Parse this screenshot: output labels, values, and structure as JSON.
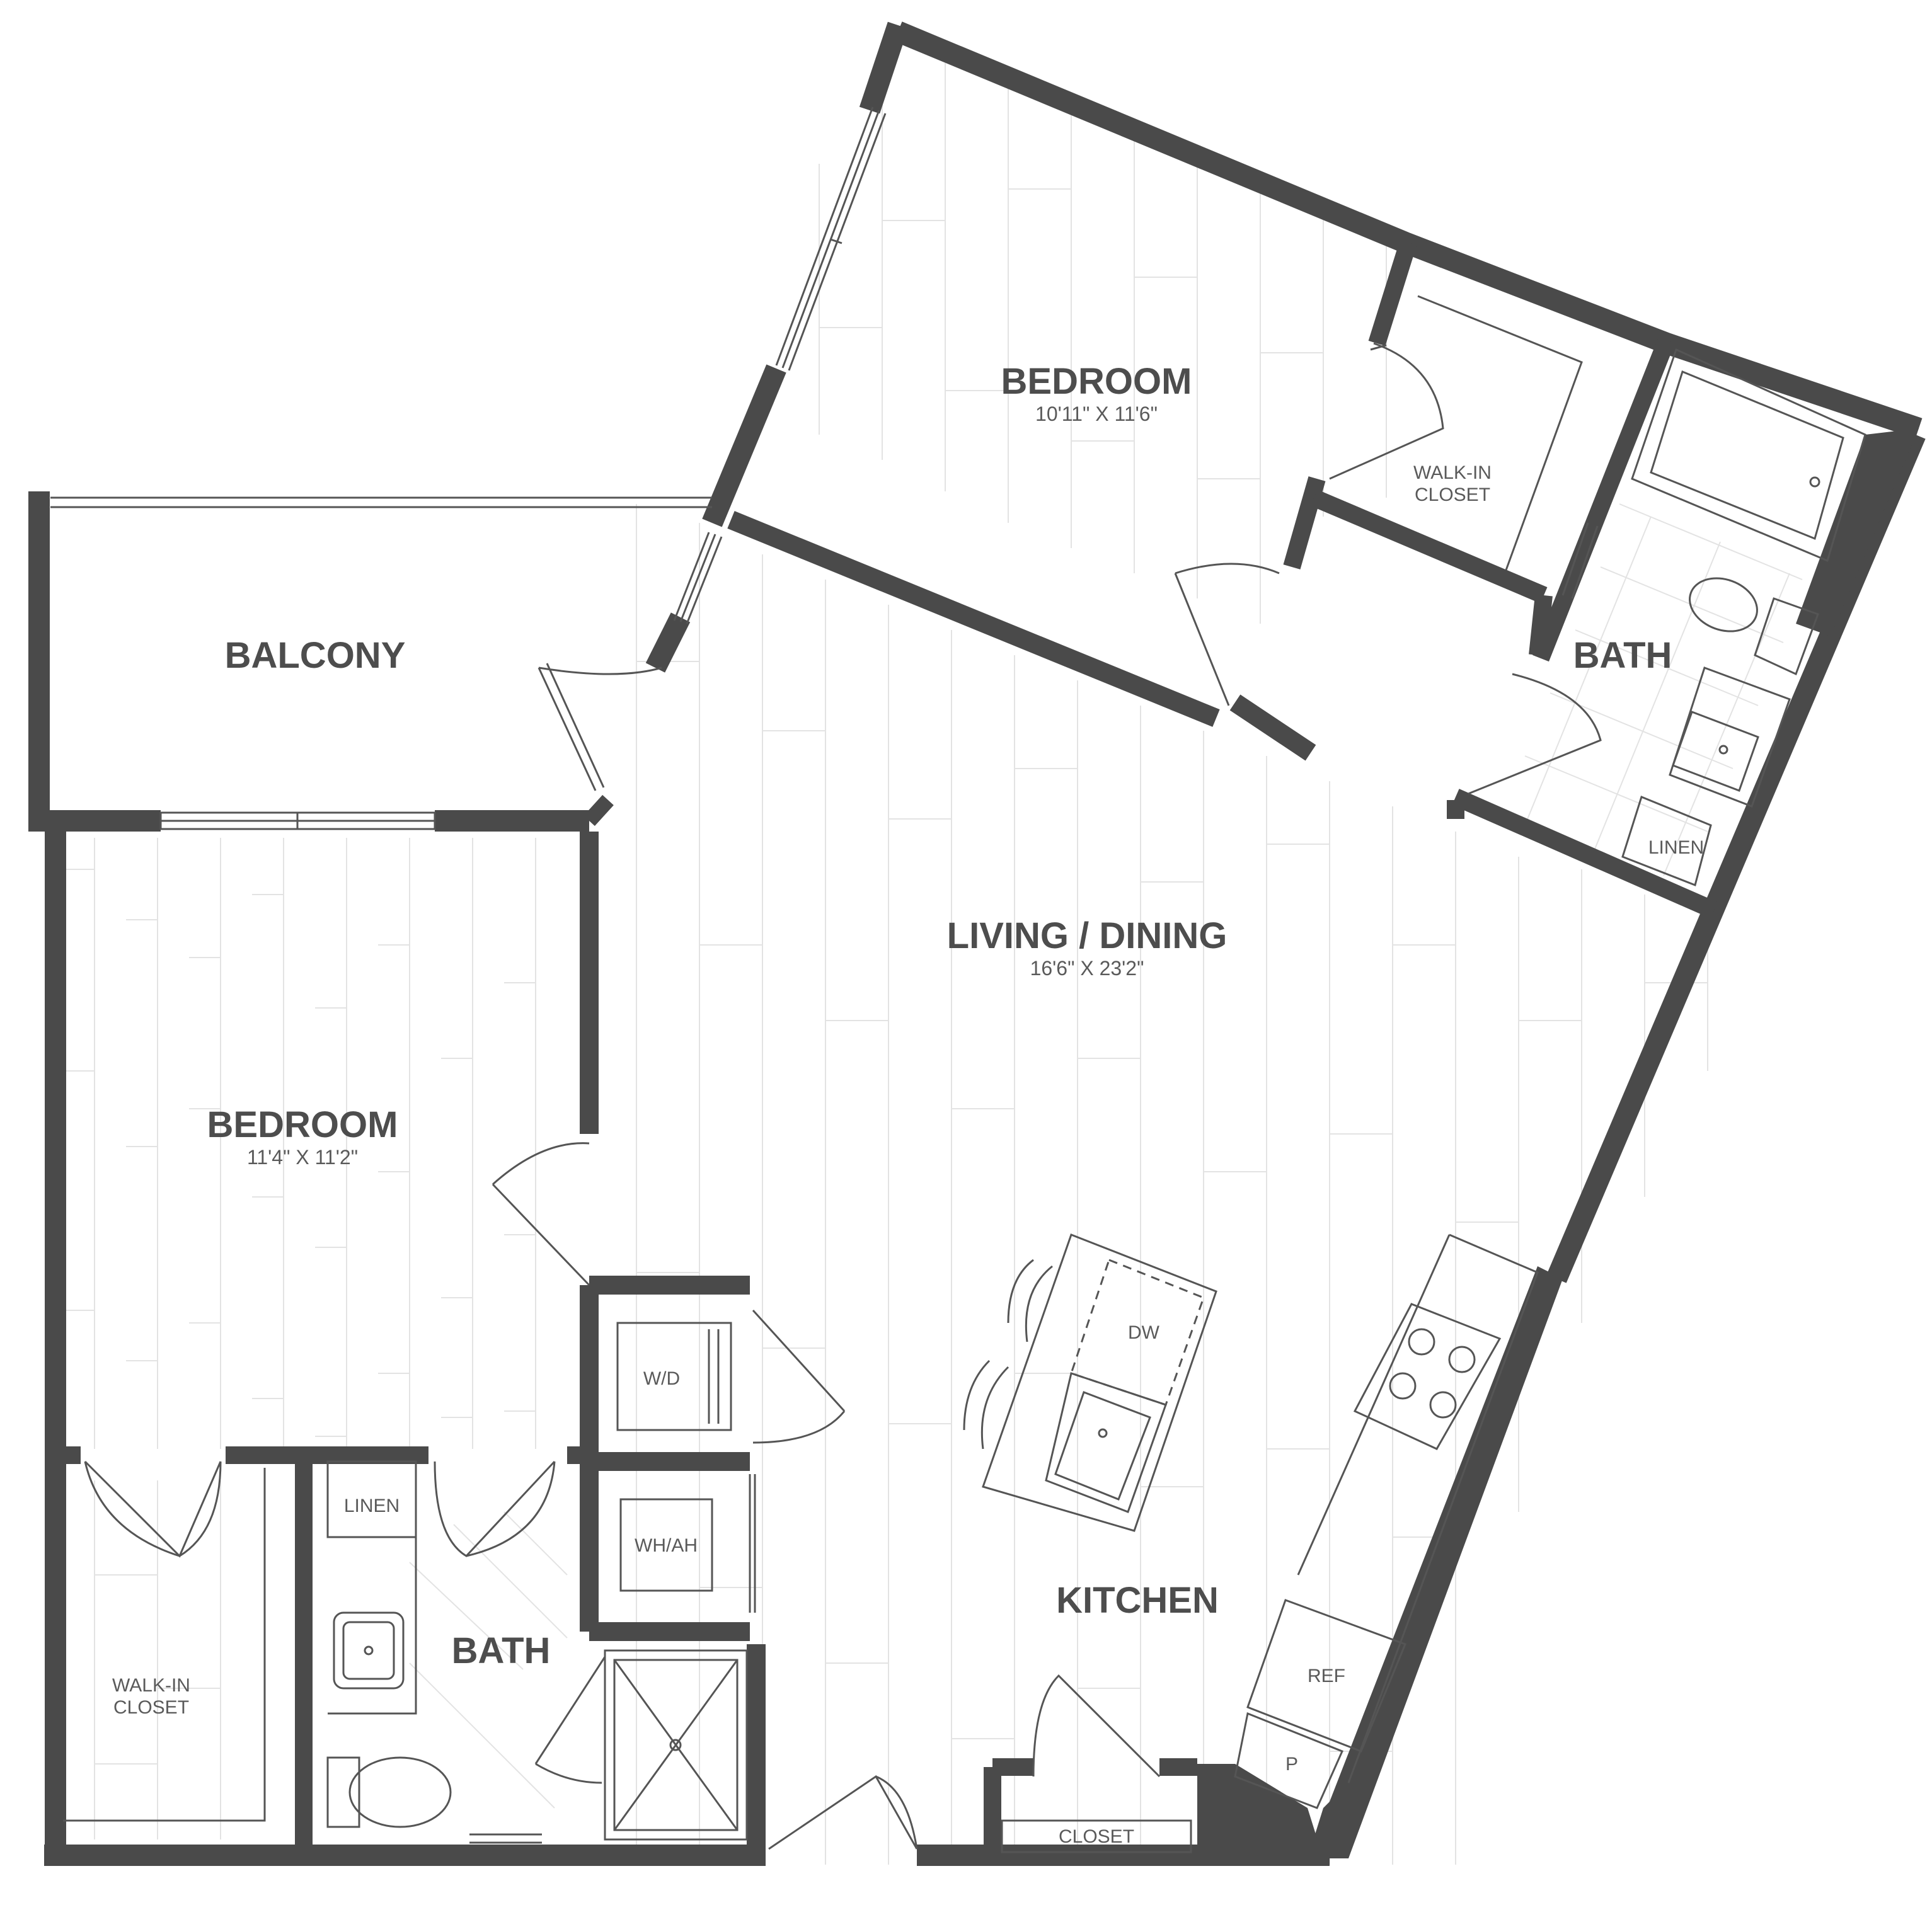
{
  "rooms": {
    "bedroom_upper": {
      "name": "BEDROOM",
      "dims": "10'11\" X 11'6\""
    },
    "walkin_upper": {
      "line1": "WALK-IN",
      "line2": "CLOSET"
    },
    "bath_upper": {
      "name": "BATH"
    },
    "linen_upper": {
      "label": "LINEN"
    },
    "balcony": {
      "name": "BALCONY"
    },
    "living_dining": {
      "name": "LIVING / DINING",
      "dims": "16'6\" X 23'2\""
    },
    "bedroom_lower": {
      "name": "BEDROOM",
      "dims": "11'4\" X 11'2\""
    },
    "walkin_lower": {
      "line1": "WALK-IN",
      "line2": "CLOSET"
    },
    "bath_lower": {
      "name": "BATH"
    },
    "linen_lower": {
      "label": "LINEN"
    },
    "kitchen": {
      "name": "KITCHEN"
    },
    "closet": {
      "label": "CLOSET"
    }
  },
  "fixtures": {
    "washer_dryer": "W/D",
    "water_heater": "WH/AH",
    "dishwasher": "DW",
    "refrigerator": "REF",
    "pantry": "P"
  },
  "colors": {
    "wall": "#4a4a4a",
    "text": "#4d4d4d",
    "floor_line": "#e3e3e3"
  }
}
